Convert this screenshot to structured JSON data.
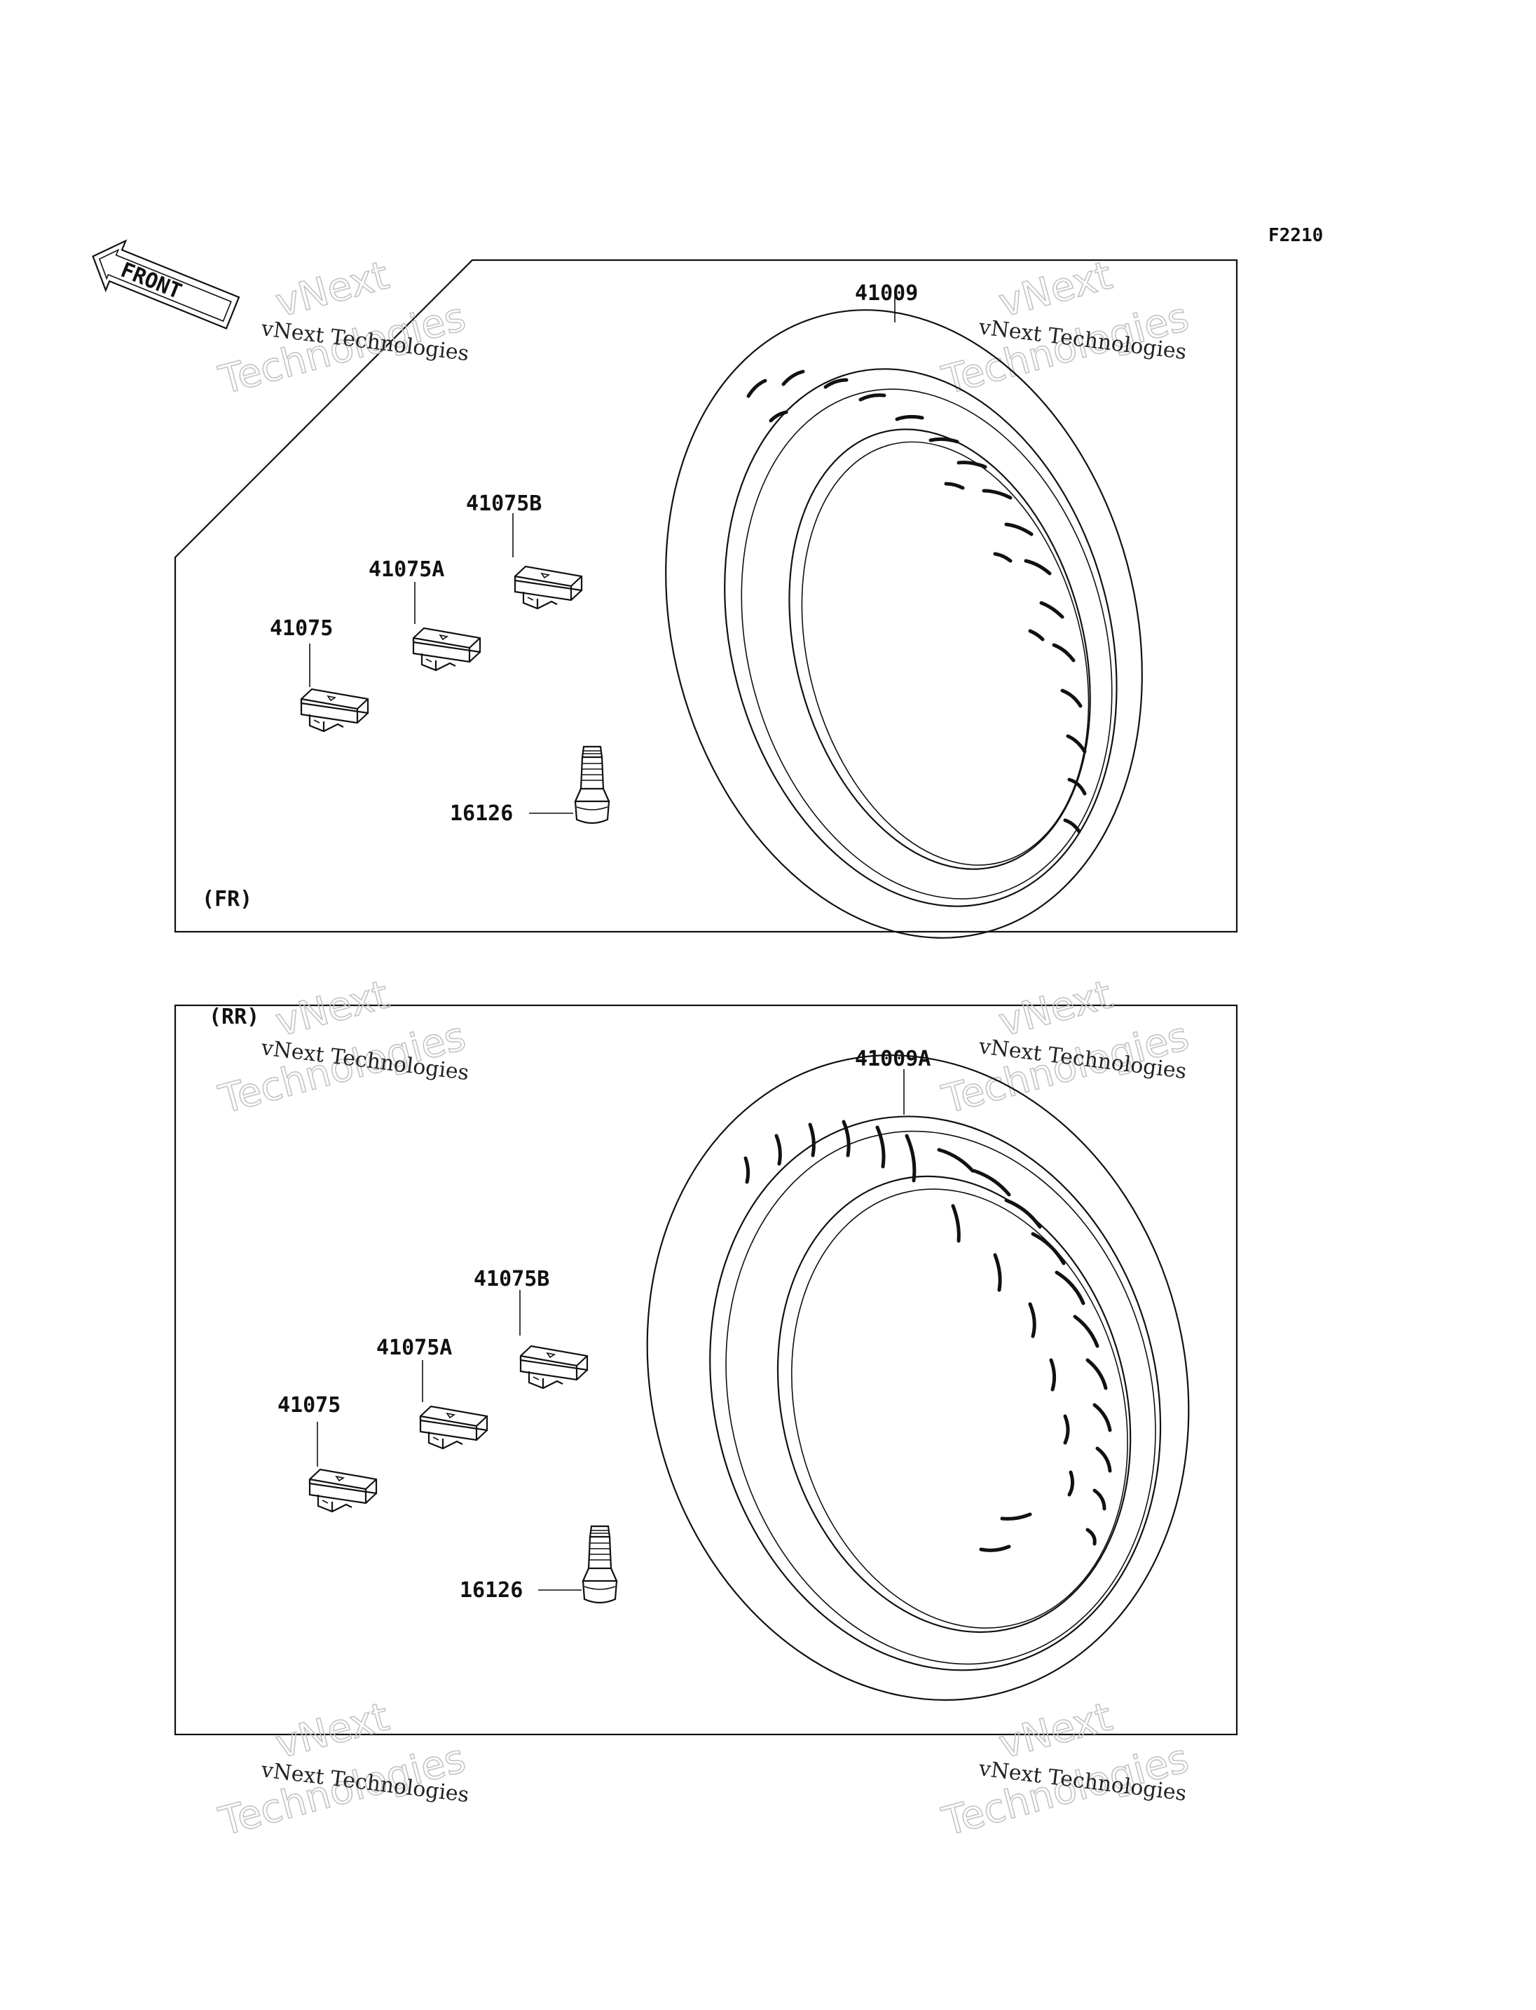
{
  "figure_code": "F2210",
  "front_sign": "FRONT",
  "watermark": {
    "line1": "vNext",
    "line2": "vNext Technologies",
    "line3": "Technologies"
  },
  "panels": [
    {
      "tag": "(FR)",
      "parts": {
        "tire": "41009",
        "weight_b": "41075B",
        "weight_a": "41075A",
        "weight": "41075",
        "valve": "16126"
      }
    },
    {
      "tag": "(RR)",
      "parts": {
        "tire": "41009A",
        "weight_b": "41075B",
        "weight_a": "41075A",
        "weight": "41075",
        "valve": "16126"
      }
    }
  ]
}
